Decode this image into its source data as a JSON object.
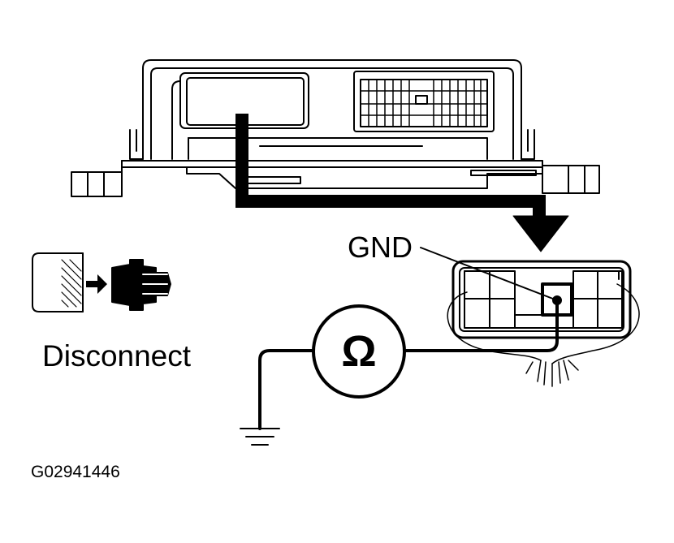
{
  "labels": {
    "gnd": "GND",
    "disconnect": "Disconnect",
    "figure_id": "G02941446"
  },
  "symbols": {
    "ohmmeter": "Ω"
  },
  "colors": {
    "ink": "#000000",
    "background": "#ffffff"
  },
  "icons": [
    "ecu-unit",
    "harness-arrow",
    "connector-face",
    "ohmmeter-symbol",
    "ground-symbol",
    "disconnect-plug-icon"
  ]
}
